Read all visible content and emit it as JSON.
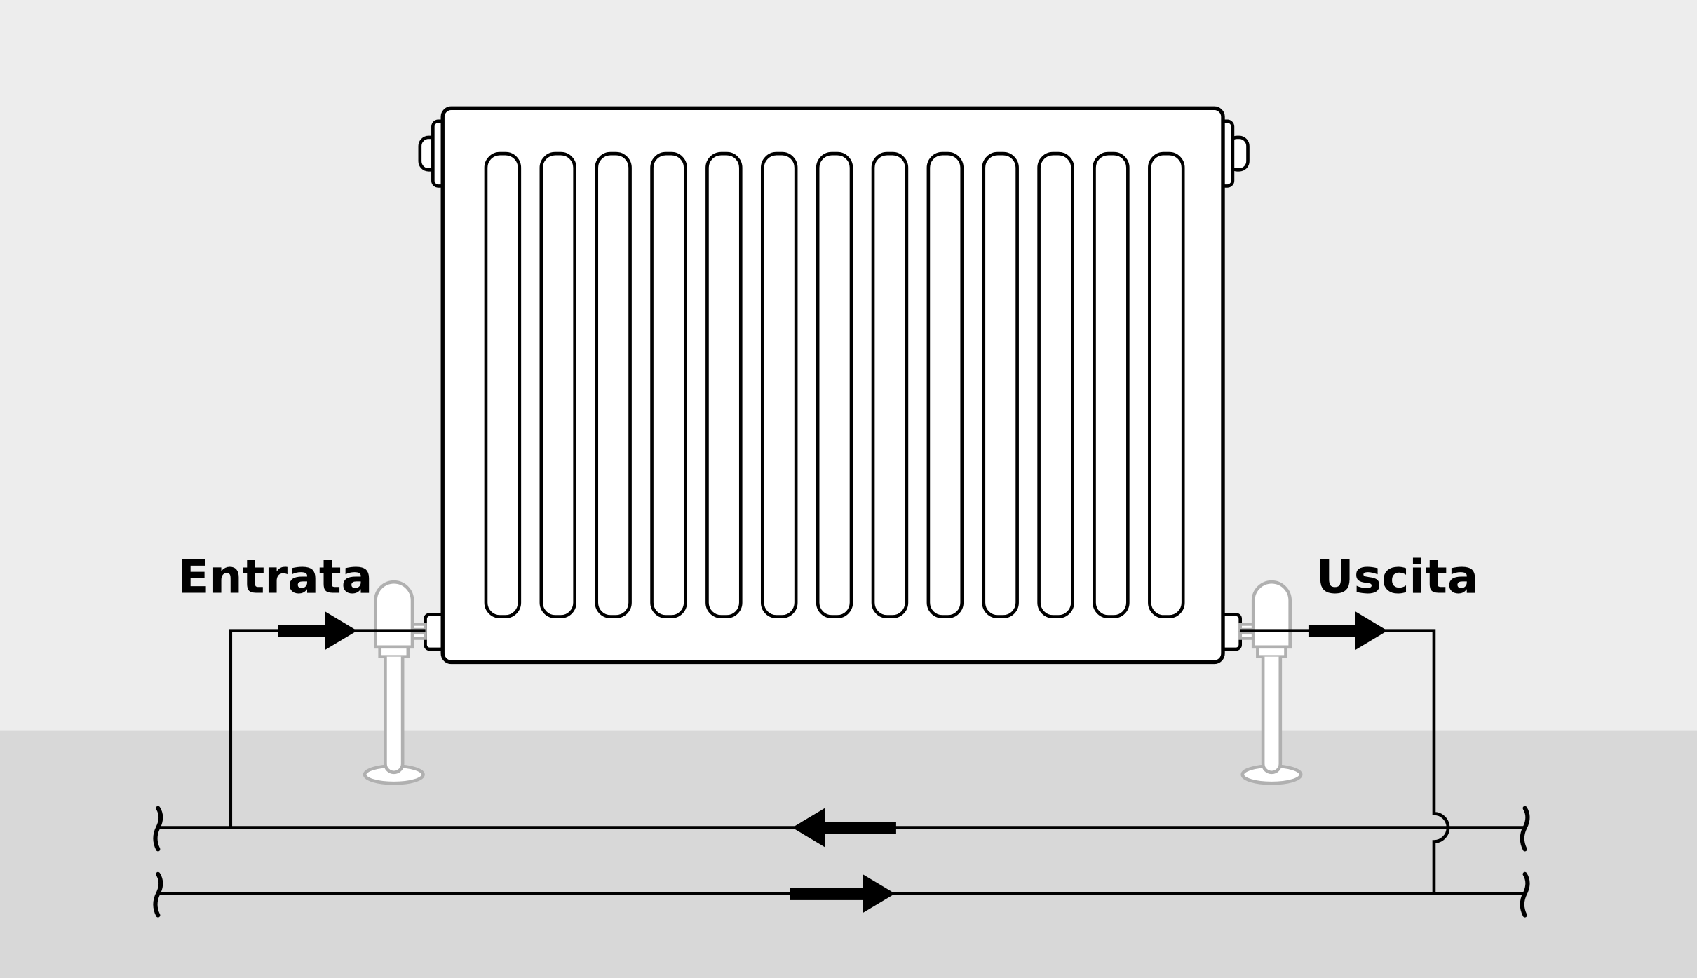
{
  "labels": {
    "inlet": "Entrata",
    "outlet": "Uscita"
  },
  "radiator": {
    "fin_count": 13
  },
  "colors": {
    "wall": "#ededed",
    "floor": "#d8d8d8",
    "line": "#000000",
    "valve": "#b0b0b0"
  }
}
